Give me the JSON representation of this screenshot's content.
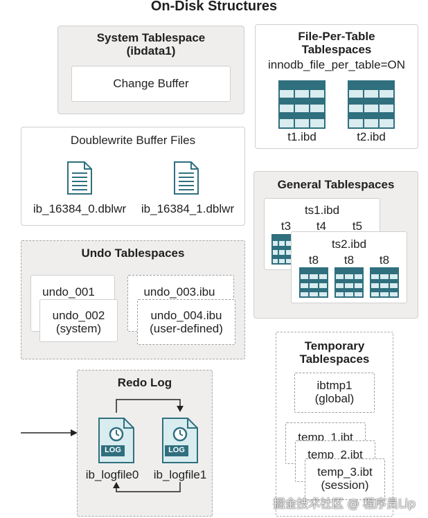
{
  "title": "On-Disk Structures",
  "system_tablespace": {
    "title_line1": "System Tablespace",
    "title_line2": "(ibdata1)",
    "change_buffer": "Change Buffer"
  },
  "file_per_table": {
    "title_line1": "File-Per-Table",
    "title_line2": "Tablespaces",
    "setting": "innodb_file_per_table=ON",
    "files": [
      "t1.ibd",
      "t2.ibd"
    ]
  },
  "doublewrite": {
    "title": "Doublewrite Buffer Files",
    "files": [
      "ib_16384_0.dblwr",
      "ib_16384_1.dblwr"
    ]
  },
  "general_tablespaces": {
    "title": "General Tablespaces",
    "ts1": {
      "file": "ts1.ibd",
      "tables": [
        "t3",
        "t4",
        "t5"
      ]
    },
    "ts2": {
      "file": "ts2.ibd",
      "tables": [
        "t8",
        "t8",
        "t8"
      ]
    }
  },
  "undo_tablespaces": {
    "title": "Undo Tablespaces",
    "undo_001": "undo_001",
    "undo_002_line1": "undo_002",
    "undo_002_line2": "(system)",
    "undo_003": "undo_003.ibu",
    "undo_004_line1": "undo_004.ibu",
    "undo_004_line2": "(user-defined)"
  },
  "redo_log": {
    "title": "Redo Log",
    "files": [
      "ib_logfile0",
      "ib_logfile1"
    ],
    "icon_text": "LOG"
  },
  "temporary_tablespaces": {
    "title_line1": "Temporary",
    "title_line2": "Tablespaces",
    "ibtmp1_line1": "ibtmp1",
    "ibtmp1_line2": "(global)",
    "temp1": "temp_1.ibt",
    "temp2": "temp_2.ibt",
    "temp3_line1": "temp_3.ibt",
    "temp3_line2": "(session)"
  },
  "watermark": "掘金技术社区 @ 程序员Lip",
  "colors": {
    "icon_teal": "#2f6f7e",
    "icon_light": "#d9ecef",
    "panel_bg": "#efeeed"
  }
}
